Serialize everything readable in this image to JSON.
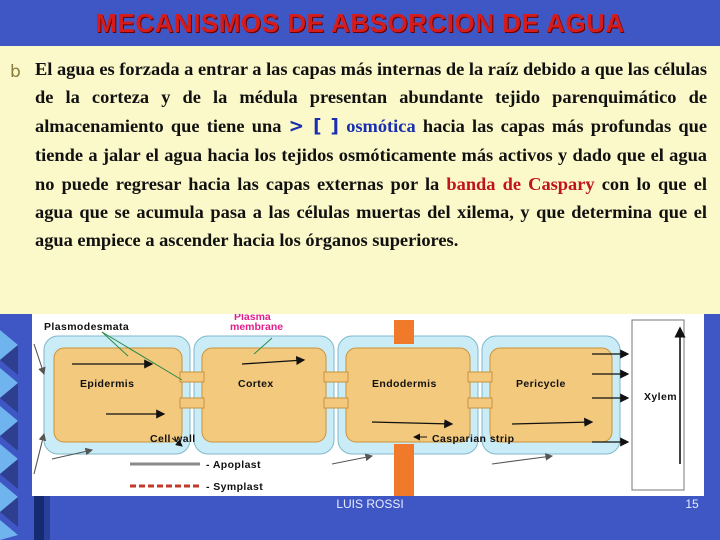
{
  "slide": {
    "title": "MECANISMOS DE ABSORCION DE AGUA",
    "bullet_glyph": "b",
    "body": {
      "p1": "El agua  es forzada a entrar a las capas más internas de la raíz debido a que las células de la corteza y de la  médula  presentan abundante tejido parenquimático de almacenamiento que tiene una ",
      "symbol": "> [ ]",
      "osmotic": "osmótica",
      "p2": " hacia las capas más profundas que tiende a jalar el agua hacia los tejidos osmóticamente más activos  y dado que el agua  no puede regresar hacia las capas externas por la ",
      "caspary": "banda de Caspary",
      "p3": " con lo que el agua que se acumula  pasa a las células muertas del xilema, y que determina que el agua empiece a ascender hacia los órganos superiores."
    },
    "colors": {
      "title": "#d41c1c",
      "panel": "#fbf8c9",
      "background": "#3f57c4",
      "caspary": "#c0141c",
      "symbol": "#1a2fb0"
    },
    "diagram": {
      "labels": {
        "plasmodesmata": "Plasmodesmata",
        "plasma_membrane_1": "Plasma",
        "plasma_membrane_2": "membrane",
        "epidermis": "Epidermis",
        "cortex": "Cortex",
        "endodermis": "Endodermis",
        "pericycle": "Pericycle",
        "xylem": "Xylem",
        "cell_wall": "Cell wall",
        "casparian_strip": "Casparian strip",
        "apoplast": "- Apoplast",
        "symplast": "- Symplast"
      },
      "colors": {
        "cell_wall": "#c9ecf7",
        "cytoplasm": "#f2c97d",
        "casparian": "#f07a2a",
        "apoplast": "#8a8a8a",
        "symplast": "#c0392b"
      }
    },
    "footer": {
      "author": "LUIS ROSSI",
      "page": "15"
    }
  }
}
